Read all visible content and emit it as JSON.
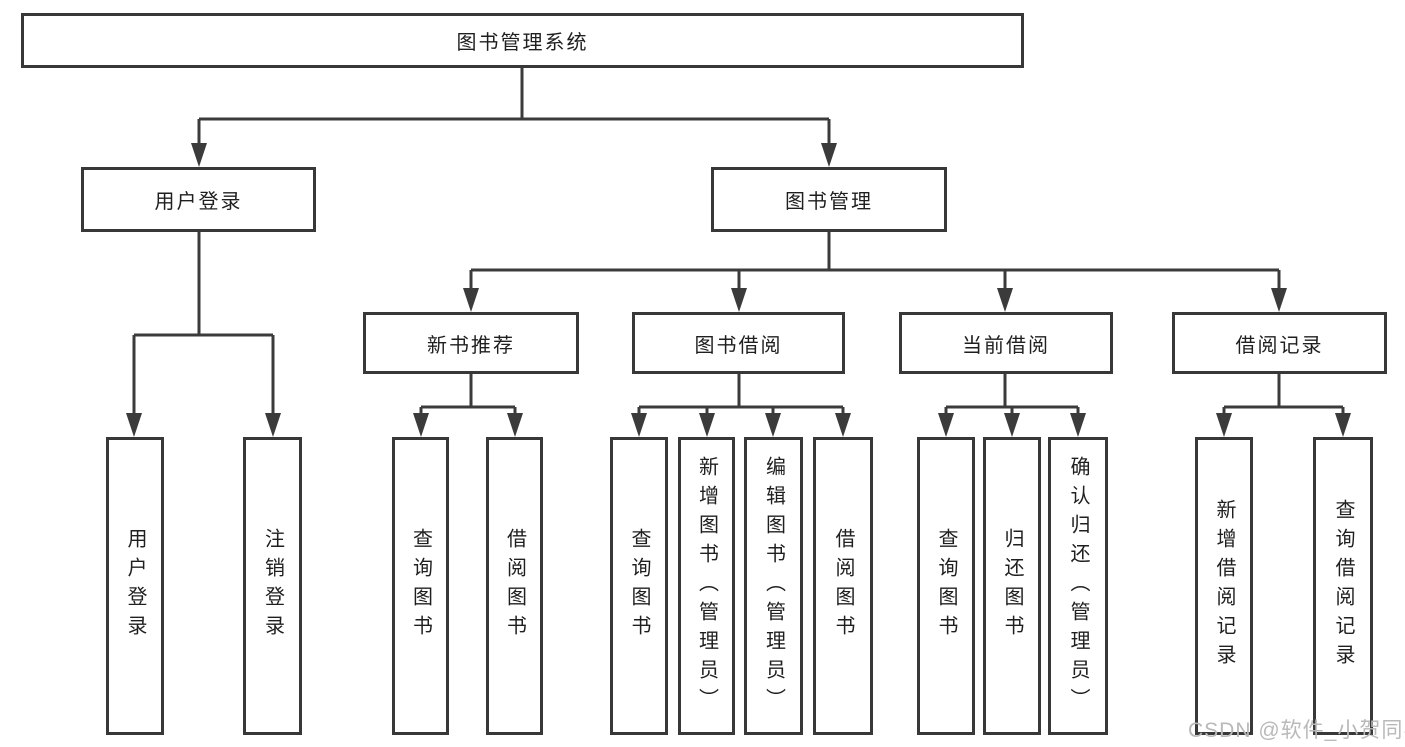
{
  "diagram": {
    "root": {
      "label": "图书管理系统"
    },
    "branches": [
      {
        "label": "用户登录",
        "children": [
          {
            "label": "用户登录"
          },
          {
            "label": "注销登录"
          }
        ]
      },
      {
        "label": "图书管理",
        "children": [
          {
            "label": "新书推荐",
            "children": [
              {
                "label": "查询图书"
              },
              {
                "label": "借阅图书"
              }
            ]
          },
          {
            "label": "图书借阅",
            "children": [
              {
                "label": "查询图书"
              },
              {
                "label": "新增图书（管理员）"
              },
              {
                "label": "编辑图书（管理员）"
              },
              {
                "label": "借阅图书"
              }
            ]
          },
          {
            "label": "当前借阅",
            "children": [
              {
                "label": "查询图书"
              },
              {
                "label": "归还图书"
              },
              {
                "label": "确认归还（管理员）"
              }
            ]
          },
          {
            "label": "借阅记录",
            "children": [
              {
                "label": "新增借阅记录"
              },
              {
                "label": "查询借阅记录"
              }
            ]
          }
        ]
      }
    ]
  },
  "watermark": {
    "text": "CSDN @软件_小贺同学",
    "color": "#b9b9b9"
  },
  "colors": {
    "line": "#3b3b3b",
    "box_border": "#383838",
    "text": "#1f1f1f",
    "background": "#ffffff"
  }
}
